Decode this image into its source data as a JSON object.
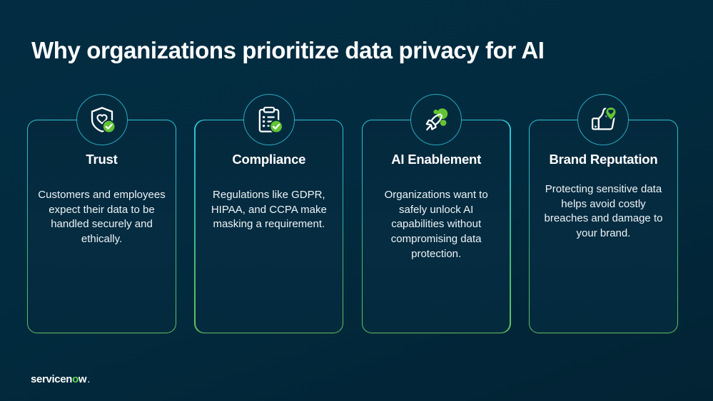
{
  "slide": {
    "title": "Why organizations prioritize data privacy for AI",
    "background_color": "#03293d",
    "accent_teal": "#2ec6d6",
    "accent_green": "#62c462",
    "text_color": "#ffffff"
  },
  "cards": [
    {
      "icon": "shield-heart-check-icon",
      "title": "Trust",
      "body": "Customers and employees expect their data to be handled securely and ethically."
    },
    {
      "icon": "clipboard-checklist-check-icon",
      "title": "Compliance",
      "body": "Regulations like GDPR, HIPAA, and CCPA make masking a requirement."
    },
    {
      "icon": "rocket-sparkle-icon",
      "title": "AI Enablement",
      "body": "Organizations want to safely unlock AI capabilities without compromising data protection."
    },
    {
      "icon": "thumbs-up-pin-icon",
      "title": "Brand Reputation",
      "body": "Protecting sensitive data helps avoid costly breaches and damage to your brand."
    }
  ],
  "footer": {
    "logo_part1": "servicen",
    "logo_part_o": "o",
    "logo_part2": "w",
    "logo_dot": "."
  }
}
